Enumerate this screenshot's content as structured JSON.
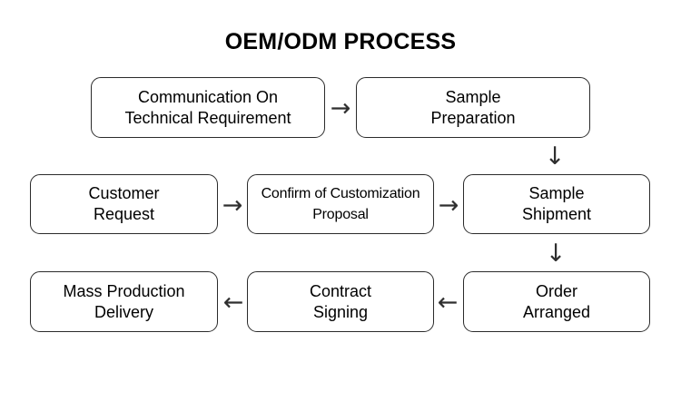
{
  "title": "OEM/ODM PROCESS",
  "colors": {
    "background": "#ffffff",
    "box_border": "#2b2b2b",
    "text": "#000000",
    "arrow": "#2f2f2f"
  },
  "flowchart": {
    "glyphs": {
      "right": "→",
      "left": "←",
      "down": "↓"
    },
    "nodes": [
      {
        "id": "communication",
        "line1": "Communication On",
        "line2": "Technical Requirement"
      },
      {
        "id": "sample-preparation",
        "line1": "Sample",
        "line2": "Preparation"
      },
      {
        "id": "customer-request",
        "line1": "Customer",
        "line2": "Request"
      },
      {
        "id": "confirm-customization",
        "line1": "Confirm of Customization",
        "line2": "Proposal"
      },
      {
        "id": "sample-shipment",
        "line1": "Sample",
        "line2": "Shipment"
      },
      {
        "id": "mass-production",
        "line1": "Mass Production",
        "line2": "Delivery"
      },
      {
        "id": "contract-signing",
        "line1": "Contract",
        "line2": "Signing"
      },
      {
        "id": "order-arranged",
        "line1": "Order",
        "line2": "Arranged"
      }
    ],
    "arrows": [
      {
        "from": "communication",
        "to": "sample-preparation",
        "direction": "right"
      },
      {
        "from": "sample-preparation",
        "to": "sample-shipment",
        "direction": "down"
      },
      {
        "from": "customer-request",
        "to": "confirm-customization",
        "direction": "right"
      },
      {
        "from": "confirm-customization",
        "to": "sample-shipment",
        "direction": "right"
      },
      {
        "from": "sample-shipment",
        "to": "order-arranged",
        "direction": "down"
      },
      {
        "from": "contract-signing",
        "to": "mass-production",
        "direction": "left"
      },
      {
        "from": "order-arranged",
        "to": "contract-signing",
        "direction": "left"
      }
    ]
  }
}
